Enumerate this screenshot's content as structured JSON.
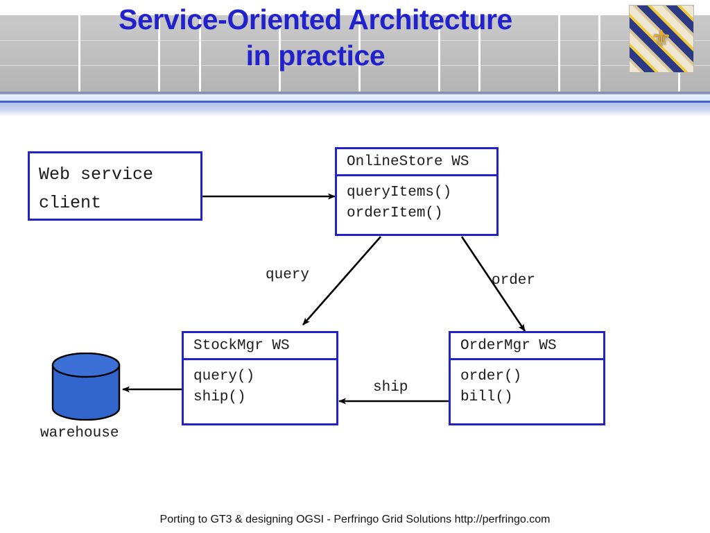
{
  "slide": {
    "title": "Service-Oriented Architecture\nin practice",
    "title_color": "#2222CC",
    "footer": "Porting to GT3 & designing OGSI - Perfringo Grid Solutions http://perfringo.com"
  },
  "header": {
    "band_color": "#C4C4C4",
    "gridline_color": "#FFFFFF",
    "accent_line_color": "#3F63C8",
    "decoration_name": "fleur-de-lis-tile-image",
    "decoration_glyph": "⚜"
  },
  "diagram": {
    "client_box": {
      "label": "Web service\nclient"
    },
    "services": [
      {
        "id": "onlinestore",
        "title": "OnlineStore WS",
        "operations": "queryItems()\norderItem()"
      },
      {
        "id": "stockmgr",
        "title": "StockMgr WS",
        "operations": "query()\nship()"
      },
      {
        "id": "ordermgr",
        "title": "OrderMgr WS",
        "operations": "order()\nbill()"
      }
    ],
    "datastore": {
      "label": "warehouse",
      "fill_color": "#3366CC",
      "stroke_color": "#000000"
    },
    "edge_labels": [
      {
        "id": "query",
        "text": "query"
      },
      {
        "id": "order",
        "text": "order"
      },
      {
        "id": "ship",
        "text": "ship"
      }
    ],
    "box_border_color": "#2222CC",
    "arrow_color": "#000000"
  }
}
